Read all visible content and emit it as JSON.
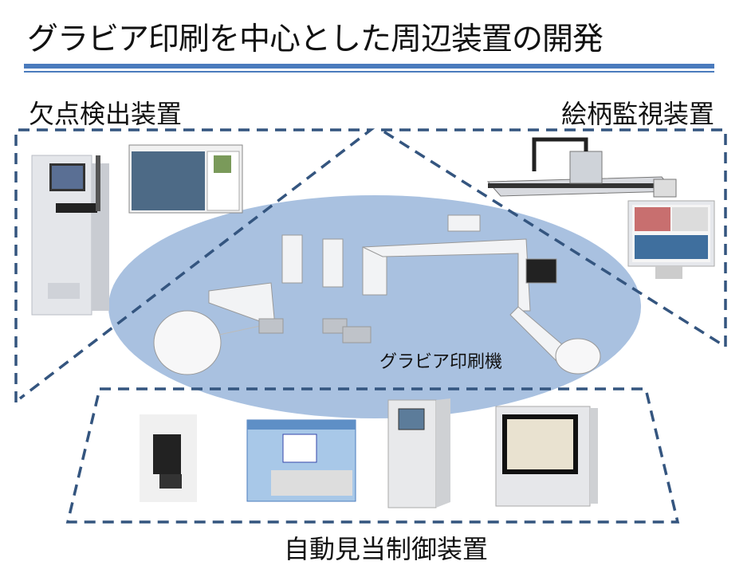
{
  "title": "グラビア印刷を中心とした周辺装置の開発",
  "sections": {
    "defect_detection": "欠点検出装置",
    "pattern_monitoring": "絵柄監視装置",
    "auto_register_control": "自動見当制御装置"
  },
  "center": {
    "label": "グラビア印刷機"
  },
  "colors": {
    "accent": "#4a7bbd",
    "ellipse": "#a9c1e0",
    "dash": "#34557f"
  }
}
